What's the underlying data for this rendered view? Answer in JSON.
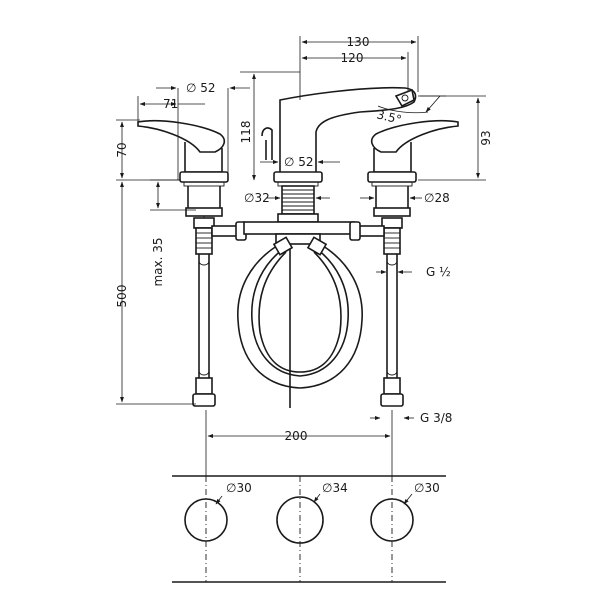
{
  "dimensions": {
    "width_130": "130",
    "width_120": "120",
    "dia_52_top": "∅ 52",
    "width_71": "71",
    "height_118": "118",
    "angle_35": "3.5°",
    "height_70": "70",
    "height_93": "93",
    "dia_52_spout": "∅ 52",
    "dia_32": "∅32",
    "dia_28": "∅28",
    "max_35": "max. 35",
    "length_500": "500",
    "thread_g12": "G ½",
    "thread_g38": "G 3/8",
    "spacing_200": "200",
    "hole_30_left": "∅30",
    "hole_34": "∅34",
    "hole_30_right": "∅30"
  }
}
